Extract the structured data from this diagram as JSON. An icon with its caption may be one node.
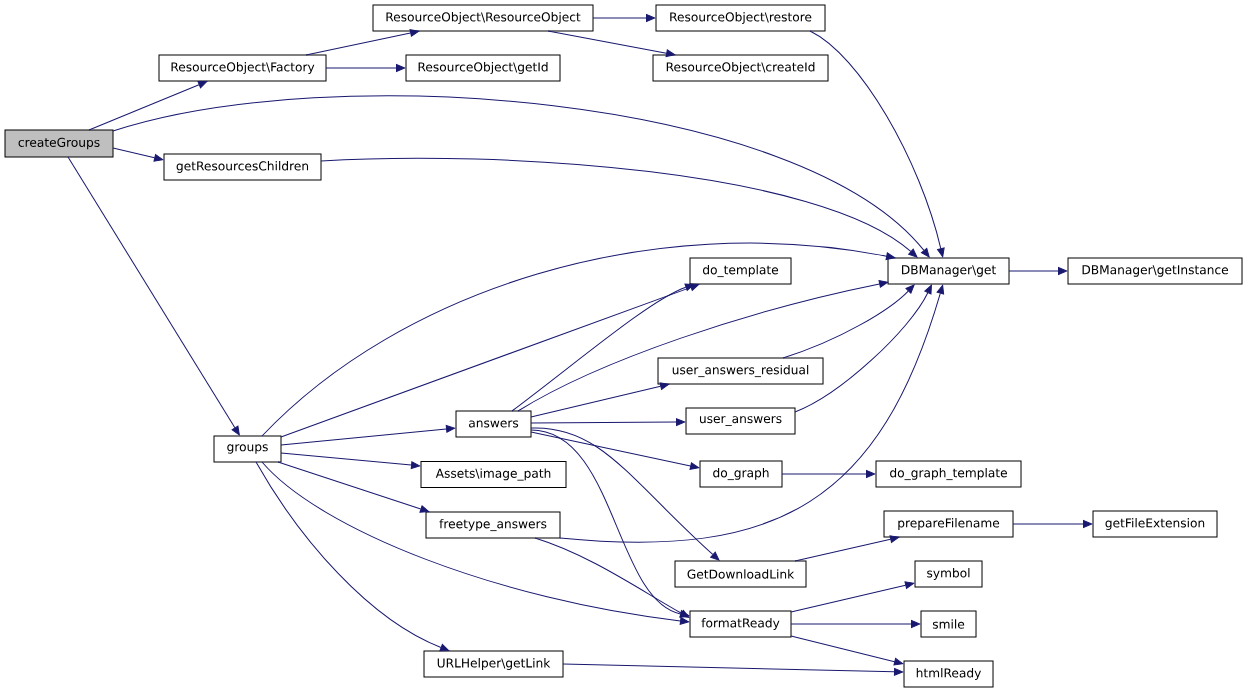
{
  "diagram": {
    "nodes": [
      {
        "text": [
          "createGroups"
        ]
      },
      {
        "text": [
          "ResourceObject\\Factory"
        ]
      },
      {
        "text": [
          "ResourceObject\\ResourceObject"
        ]
      },
      {
        "text": [
          "ResourceObject\\restore"
        ]
      },
      {
        "text": [
          "ResourceObject\\getId"
        ]
      },
      {
        "text": [
          "ResourceObject\\createId"
        ]
      },
      {
        "text": [
          "getResourcesChildren"
        ]
      },
      {
        "text": [
          "groups"
        ]
      },
      {
        "text": [
          "answers"
        ]
      },
      {
        "text": [
          "do_template"
        ]
      },
      {
        "text": [
          "DBManager\\get"
        ]
      },
      {
        "text": [
          "DBManager\\getInstance"
        ]
      },
      {
        "text": [
          "user_answers_residual"
        ]
      },
      {
        "text": [
          "user_answers"
        ]
      },
      {
        "text": [
          "Assets\\image_path"
        ]
      },
      {
        "text": [
          "do_graph"
        ]
      },
      {
        "text": [
          "do_graph_template"
        ]
      },
      {
        "text": [
          "freetype_answers"
        ]
      },
      {
        "text": [
          "prepareFilename"
        ]
      },
      {
        "text": [
          "getFileExtension"
        ]
      },
      {
        "text": [
          "GetDownloadLink"
        ]
      },
      {
        "text": [
          "symbol"
        ]
      },
      {
        "text": [
          "formatReady"
        ]
      },
      {
        "text": [
          "smile"
        ]
      },
      {
        "text": [
          "URLHelper\\getLink"
        ]
      },
      {
        "text": [
          "htmlReady"
        ]
      }
    ],
    "edges": [
      {
        "from": 0,
        "to": 1,
        "arrow": "to"
      },
      {
        "from": 0,
        "to": 10,
        "arrow": "to"
      },
      {
        "from": 0,
        "to": 6,
        "arrow": "to"
      },
      {
        "from": 0,
        "to": 7,
        "arrow": "to"
      },
      {
        "from": 1,
        "to": 2,
        "arrow": "to"
      },
      {
        "from": 1,
        "to": 4,
        "arrow": "to"
      },
      {
        "from": 2,
        "to": 3,
        "arrow": "to"
      },
      {
        "from": 2,
        "to": 5,
        "arrow": "to"
      },
      {
        "from": 3,
        "to": 10,
        "arrow": "to"
      },
      {
        "from": 6,
        "to": 10,
        "arrow": "to"
      },
      {
        "from": 7,
        "to": 10,
        "arrow": "to"
      },
      {
        "from": 7,
        "to": 9,
        "arrow": "to"
      },
      {
        "from": 7,
        "to": 8,
        "arrow": "to"
      },
      {
        "from": 7,
        "to": 14,
        "arrow": "to"
      },
      {
        "from": 7,
        "to": 17,
        "arrow": "to"
      },
      {
        "from": 7,
        "to": 22,
        "arrow": "to"
      },
      {
        "from": 7,
        "to": 24,
        "arrow": "to"
      },
      {
        "from": 8,
        "to": 9,
        "arrow": "to"
      },
      {
        "from": 8,
        "to": 10,
        "arrow": "to"
      },
      {
        "from": 8,
        "to": 12,
        "arrow": "to"
      },
      {
        "from": 8,
        "to": 13,
        "arrow": "to"
      },
      {
        "from": 8,
        "to": 15,
        "arrow": "to"
      },
      {
        "from": 8,
        "to": 20,
        "arrow": "to"
      },
      {
        "from": 8,
        "to": 22,
        "arrow": "to"
      },
      {
        "from": 17,
        "to": 10,
        "arrow": "to"
      },
      {
        "from": 17,
        "to": 22,
        "arrow": "to"
      },
      {
        "from": 12,
        "to": 10,
        "arrow": "to"
      },
      {
        "from": 13,
        "to": 10,
        "arrow": "to"
      },
      {
        "from": 10,
        "to": 11,
        "arrow": "to"
      },
      {
        "from": 15,
        "to": 16,
        "arrow": "to"
      },
      {
        "from": 20,
        "to": 18,
        "arrow": "to"
      },
      {
        "from": 18,
        "to": 19,
        "arrow": "to"
      },
      {
        "from": 22,
        "to": 21,
        "arrow": "to"
      },
      {
        "from": 22,
        "to": 23,
        "arrow": "to"
      },
      {
        "from": 22,
        "to": 25,
        "arrow": "to"
      },
      {
        "from": 24,
        "to": 25,
        "arrow": "to"
      }
    ]
  }
}
